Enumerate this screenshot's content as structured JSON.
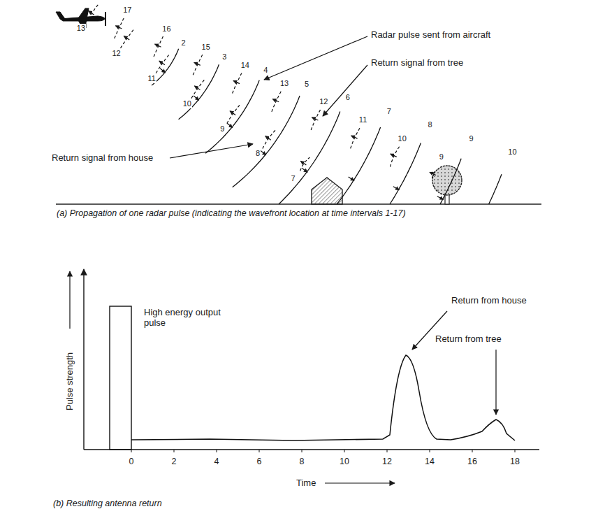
{
  "diagram": {
    "labels": [
      "Radar pulse sent from aircraft",
      "Return signal from tree",
      "Return signal from house",
      "(a) Propagation of one radar pulse (indicating the wavefront location at time intervals 1-17)",
      "2",
      "3",
      "4",
      "5",
      "6",
      "7",
      "8",
      "9",
      "10",
      "7",
      "8",
      "9",
      "10",
      "11",
      "12",
      "13",
      "9",
      "10",
      "11",
      "12",
      "13",
      "14",
      "15",
      "16",
      "17",
      "High energy output pulse",
      "Return from house",
      "Return from tree",
      "Pulse strength",
      "0",
      "2",
      "4",
      "6",
      "8",
      "10",
      "12",
      "14",
      "16",
      "18",
      "Time",
      "(b) Resulting antenna return"
    ]
  }
}
